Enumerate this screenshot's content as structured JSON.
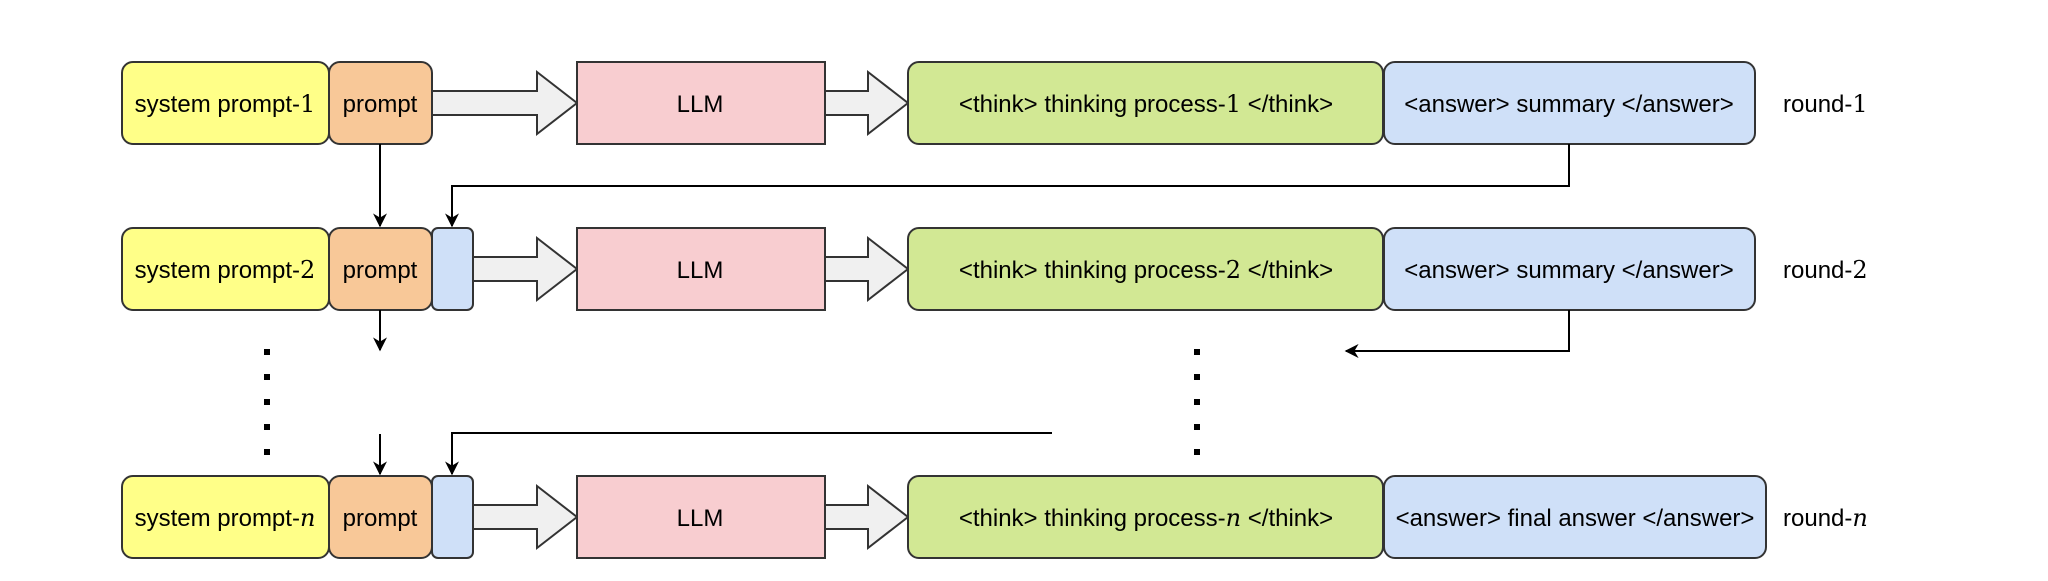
{
  "colors": {
    "system": "#ffff88",
    "prompt": "#f8c898",
    "llm": "#f8cdd0",
    "think": "#d2e894",
    "answer": "#cfe0f8",
    "context": "#cfe0f8",
    "arrow_fill": "#f0f0f0",
    "stroke": "#333333"
  },
  "rounds": [
    {
      "system_prefix": "system prompt-",
      "system_var": "1",
      "prompt": "prompt",
      "llm": "LLM",
      "think_prefix": "<think> thinking process-",
      "think_var": "1",
      "think_suffix": " </think>",
      "answer": "<answer> summary </answer>",
      "round_prefix": "round-",
      "round_var": "1"
    },
    {
      "system_prefix": "system prompt-",
      "system_var": "2",
      "prompt": "prompt",
      "llm": "LLM",
      "think_prefix": "<think> thinking process-",
      "think_var": "2",
      "think_suffix": " </think>",
      "answer": "<answer> summary </answer>",
      "round_prefix": "round-",
      "round_var": "2"
    },
    {
      "system_prefix": "system prompt-",
      "system_var": "n",
      "prompt": "prompt",
      "llm": "LLM",
      "think_prefix": "<think> thinking process-",
      "think_var": "n",
      "think_suffix": " </think>",
      "answer": "<answer> final answer </answer>",
      "round_prefix": "round-",
      "round_var": "n"
    }
  ]
}
